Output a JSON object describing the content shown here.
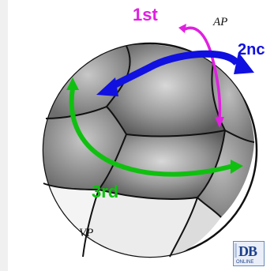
{
  "labels": {
    "first": "1st",
    "second": "2nc",
    "third": "3rd",
    "animal_pole": "AP",
    "vegetal_pole": "VP"
  },
  "logo": {
    "mark": "DB",
    "text": "ONLINE"
  },
  "colors": {
    "first_arrow": "#e020e0",
    "second_arrow": "#1010e0",
    "third_arrow": "#10c010",
    "outline": "#111111",
    "cell_shade": "#8a8a8a"
  }
}
